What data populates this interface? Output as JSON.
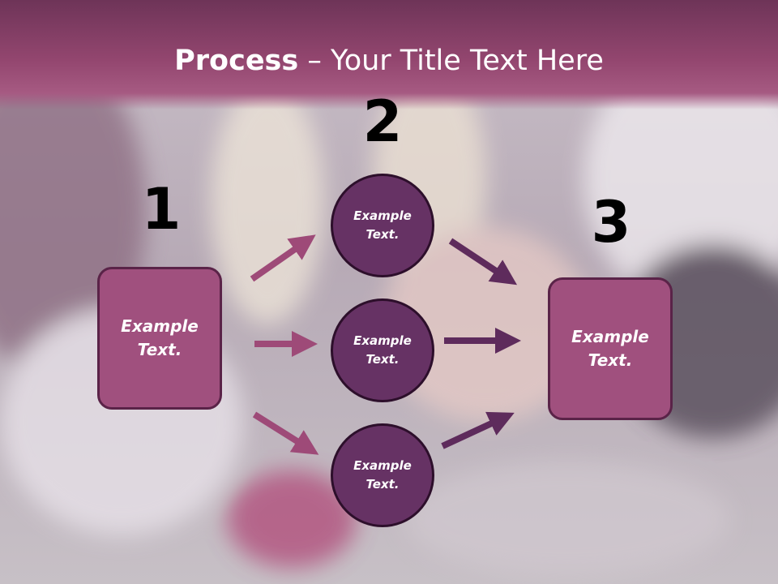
{
  "slide": {
    "title_bold": "Process",
    "title_rest": " – Your Title Text Here"
  },
  "diagram": {
    "steps": [
      "1",
      "2",
      "3"
    ],
    "left_box": "Example\nText.",
    "right_box": "Example\nText.",
    "circles": [
      "Example\nText.",
      "Example\nText.",
      "Example\nText."
    ]
  },
  "colors": {
    "header": "#93466f",
    "box_fill": "#a0507e",
    "circle_fill": "#663264",
    "arrow_left": "#9e4a78",
    "arrow_right": "#5e2b5c"
  }
}
